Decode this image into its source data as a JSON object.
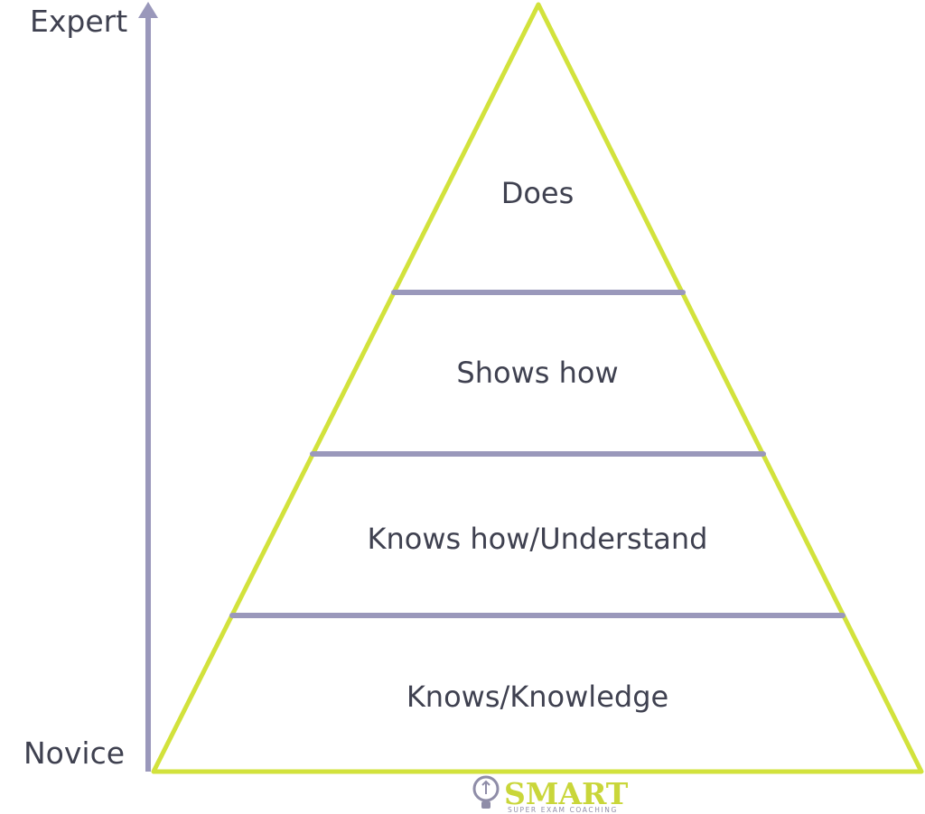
{
  "axis": {
    "top_label": "Expert",
    "bottom_label": "Novice"
  },
  "pyramid": {
    "levels": [
      {
        "label": "Does"
      },
      {
        "label": "Shows how"
      },
      {
        "label": "Knows how/Understand"
      },
      {
        "label": "Knows/Knowledge"
      }
    ]
  },
  "logo": {
    "name": "SMART",
    "tagline": "SUPER EXAM COACHING"
  },
  "colors": {
    "outline": "#d2e23c",
    "divider": "#9a98bb",
    "axis": "#9a98bb",
    "text": "#3f4150",
    "logo": "#c9d63a"
  }
}
